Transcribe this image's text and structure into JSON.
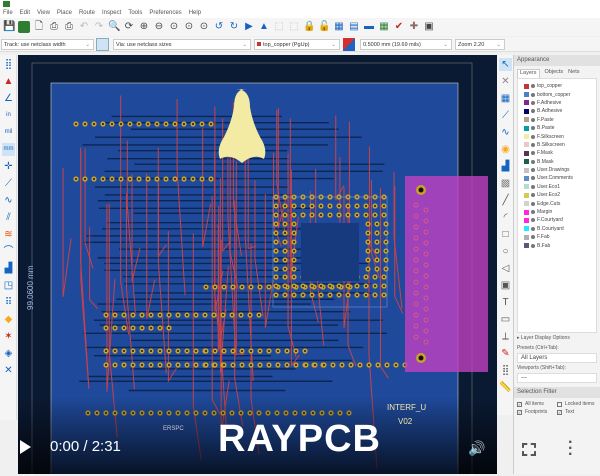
{
  "menu": [
    "File",
    "Edit",
    "View",
    "Place",
    "Route",
    "Inspect",
    "Tools",
    "Preferences",
    "Help"
  ],
  "toolbar2": {
    "track": "Track: use netclass width",
    "via": "Via: use netclass sizes",
    "layer": "top_copper (PgUp)",
    "grid": "0.5000 mm (19.69 mils)",
    "zoom": "Zoom 2.20"
  },
  "canvas": {
    "ruler": "99.0600 mm",
    "board_text1": "INTERF_U",
    "board_text2": "V02",
    "board_text3": "ERSPC",
    "accent": "#1f4a9c",
    "copper": "#c8424a",
    "connector": "#c040c0"
  },
  "panel": {
    "title": "Appearance",
    "tabs": [
      "Layers",
      "Objects",
      "Nets"
    ],
    "layers": [
      {
        "name": "top_copper",
        "color": "#c83434"
      },
      {
        "name": "bottom_copper",
        "color": "#4d7fc4"
      },
      {
        "name": "F.Adhesive",
        "color": "#842592"
      },
      {
        "name": "B.Adhesive",
        "color": "#00006e"
      },
      {
        "name": "F.Paste",
        "color": "#b4a08c"
      },
      {
        "name": "B.Paste",
        "color": "#00a0a0"
      },
      {
        "name": "F.Silkscreen",
        "color": "#f2eda1"
      },
      {
        "name": "B.Silkscreen",
        "color": "#e8c8c8"
      },
      {
        "name": "F.Mask",
        "color": "#553355"
      },
      {
        "name": "B.Mask",
        "color": "#1b5e4a"
      },
      {
        "name": "User.Drawings",
        "color": "#c2c2c2"
      },
      {
        "name": "User.Comments",
        "color": "#598fc6"
      },
      {
        "name": "User.Eco1",
        "color": "#b4dbd2"
      },
      {
        "name": "User.Eco2",
        "color": "#d8c856"
      },
      {
        "name": "Edge.Cuts",
        "color": "#d0d2cd"
      },
      {
        "name": "Margin",
        "color": "#ff26e2"
      },
      {
        "name": "F.Courtyard",
        "color": "#ff26e2"
      },
      {
        "name": "B.Courtyard",
        "color": "#26e9ff"
      },
      {
        "name": "F.Fab",
        "color": "#afafaf"
      },
      {
        "name": "B.Fab",
        "color": "#58597a"
      }
    ],
    "layer_display": "Layer Display Options",
    "presets_label": "Presets (Ctrl+Tab):",
    "preset_value": "All Layers",
    "viewports_label": "Viewports (Shift+Tab):",
    "viewport_value": "---",
    "selection_filter": "Selection Filter",
    "filters": [
      {
        "label": "All items",
        "checked": true
      },
      {
        "label": "Locked items",
        "checked": false
      },
      {
        "label": "Footprints",
        "checked": true
      },
      {
        "label": "Text",
        "checked": true
      }
    ]
  },
  "video": {
    "time": "0:00 / 2:31",
    "brand": "RAYPCB"
  }
}
